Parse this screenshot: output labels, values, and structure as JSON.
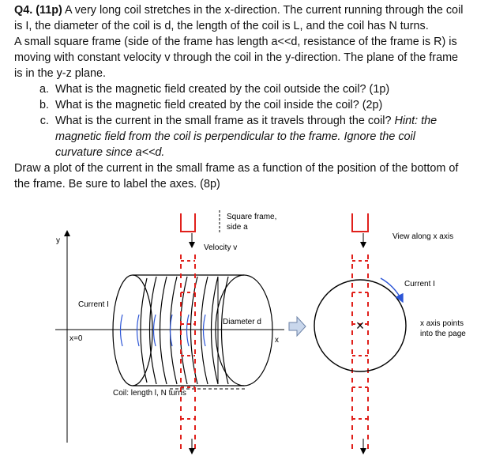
{
  "question": {
    "number": "Q4. (11p)",
    "intro": " A very long coil stretches in the x-direction. The current running through the coil is I, the diameter of the coil is d, the length of the coil is L, and the coil has N turns.",
    "setup": "A small square frame (side of the frame has length a<<d, resistance of the frame is R) is moving with constant velocity v through the coil in the y-direction. The plane of the frame is in the y-z plane.",
    "items": [
      {
        "text": "What is the magnetic field created by the coil outside the coil? (1p)"
      },
      {
        "text": "What is the magnetic field created by the coil inside the coil? (2p)"
      },
      {
        "text": "What is the current in the small frame as it travels through the coil? ",
        "hint": "Hint: the magnetic field from the coil is perpendicular to the frame. Ignore the coil curvature since a<<d."
      }
    ],
    "continuation": "Draw a plot of the current in the small frame as a function of the position of the bottom of the frame. Be sure to label the axes. (8p)"
  },
  "figure": {
    "labels": {
      "square_frame_1": "Square frame,",
      "square_frame_2": "side a",
      "velocity": "Velocity v",
      "y_axis": "y",
      "x_axis": "x",
      "current_left": "Current I",
      "x0": "x=0",
      "diameter": "Diameter d",
      "coil": "Coil: length l, N turns",
      "view": "View along x axis",
      "current_right": "Current I",
      "x_into_1": "x axis points",
      "x_into_2": "into the page",
      "cross": "×"
    },
    "colors": {
      "frame": "#e0201b",
      "current_arrow": "#2c55d6",
      "block_arrow_fill": "#c9d7ec",
      "block_arrow_stroke": "#6c82a6"
    }
  }
}
